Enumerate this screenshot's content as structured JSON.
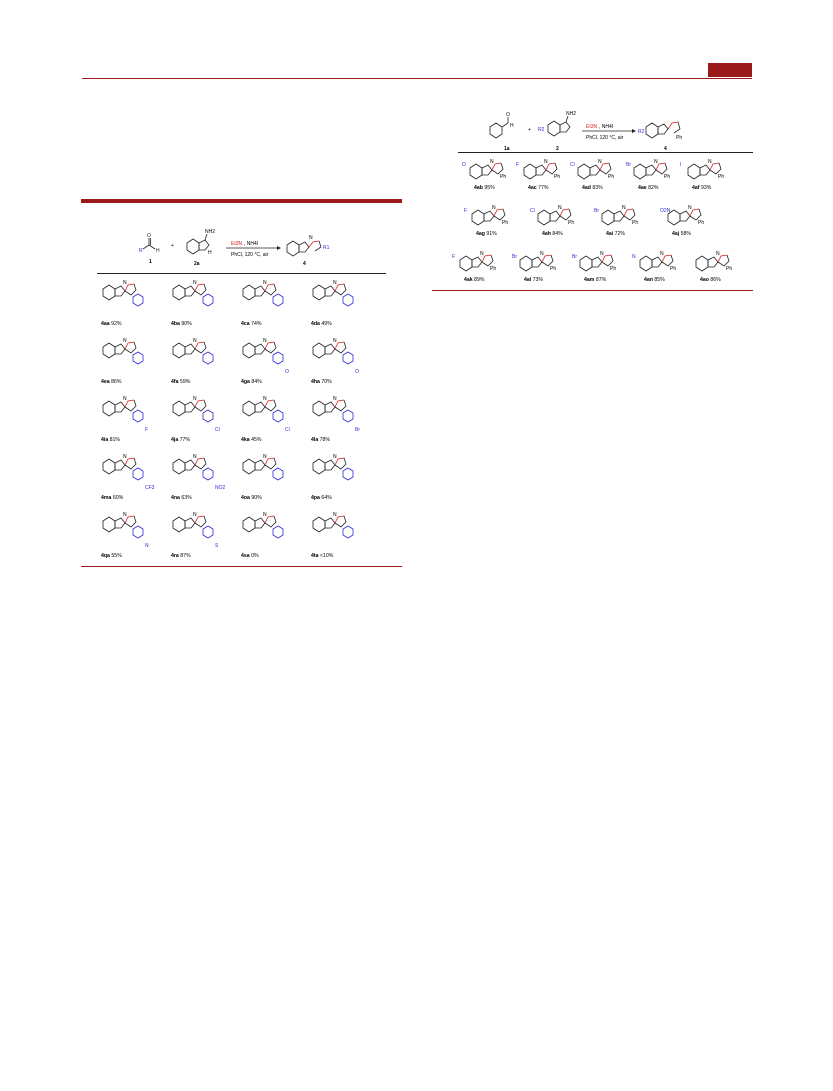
{
  "left_scheme": {
    "reaction": {
      "sm1_label": "1",
      "sm2_label": "2a",
      "product_label": "4",
      "amine_group": "NH2",
      "nh_text": "H",
      "plus": "+",
      "conditions_top_red": "Et3N",
      "conditions_top_rest": ", NH4I",
      "conditions_bottom": "PhCl, 120 °C, air",
      "r_group": "R",
      "r1_group": "R1",
      "aldehyde_h": "H",
      "aldehyde_o": "O"
    },
    "compounds": [
      {
        "id": "4aa",
        "yield": "92%",
        "sub": ""
      },
      {
        "id": "4ba",
        "yield": "90%",
        "sub": ""
      },
      {
        "id": "4ca",
        "yield": "74%",
        "sub": ""
      },
      {
        "id": "4da",
        "yield": "49%",
        "sub": ""
      },
      {
        "id": "4ea",
        "yield": "86%",
        "sub": ""
      },
      {
        "id": "4fa",
        "yield": "59%",
        "sub": ""
      },
      {
        "id": "4ga",
        "yield": "84%",
        "sub": "O"
      },
      {
        "id": "4ha",
        "yield": "70%",
        "sub": "O"
      },
      {
        "id": "4ia",
        "yield": "81%",
        "sub": "F"
      },
      {
        "id": "4ja",
        "yield": "77%",
        "sub": "Cl"
      },
      {
        "id": "4ka",
        "yield": "45%",
        "sub": "Cl"
      },
      {
        "id": "4la",
        "yield": "78%",
        "sub": "Br"
      },
      {
        "id": "4ma",
        "yield": "60%",
        "sub": "CF3"
      },
      {
        "id": "4na",
        "yield": "63%",
        "sub": "NO2"
      },
      {
        "id": "4oa",
        "yield": "90%",
        "sub": ""
      },
      {
        "id": "4pa",
        "yield": "64%",
        "sub": ""
      },
      {
        "id": "4qa",
        "yield": "55%",
        "sub": "N"
      },
      {
        "id": "4ra",
        "yield": "87%",
        "sub": "S"
      },
      {
        "id": "4sa",
        "yield": "0%",
        "sub": ""
      },
      {
        "id": "4ta",
        "yield": "<10%",
        "sub": ""
      }
    ]
  },
  "right_scheme": {
    "reaction": {
      "sm1_label": "1a",
      "sm2_label": "2",
      "product_label": "4",
      "amine_group": "NH2",
      "plus": "+",
      "conditions_top_red": "Et3N",
      "conditions_top_rest": ", NH4I",
      "conditions_bottom": "PhCl, 120 °C, air",
      "r2_group": "R2",
      "ph": "Ph",
      "aldehyde_h": "H",
      "aldehyde_o": "O"
    },
    "compounds": [
      {
        "id": "4ab",
        "yield": "95%",
        "sub": "O"
      },
      {
        "id": "4ac",
        "yield": "77%",
        "sub": "F"
      },
      {
        "id": "4ad",
        "yield": "83%",
        "sub": "Cl"
      },
      {
        "id": "4ae",
        "yield": "82%",
        "sub": "Br"
      },
      {
        "id": "4af",
        "yield": "93%",
        "sub": "I"
      },
      {
        "id": "4ag",
        "yield": "91%",
        "sub": "F"
      },
      {
        "id": "4ah",
        "yield": "84%",
        "sub": "Cl"
      },
      {
        "id": "4ai",
        "yield": "72%",
        "sub": "Br"
      },
      {
        "id": "4aj",
        "yield": "58%",
        "sub": "O2N"
      },
      {
        "id": "4ak",
        "yield": "89%",
        "sub": "F"
      },
      {
        "id": "4al",
        "yield": "73%",
        "sub": "Br"
      },
      {
        "id": "4am",
        "yield": "87%",
        "sub": "Br"
      },
      {
        "id": "4an",
        "yield": "85%",
        "sub": "N"
      },
      {
        "id": "4ao",
        "yield": "86%",
        "sub": ""
      }
    ]
  },
  "colors": {
    "accent": "#9b1b1b",
    "bond_red": "#d81e1e",
    "substituent_blue": "#2b2bd6"
  }
}
